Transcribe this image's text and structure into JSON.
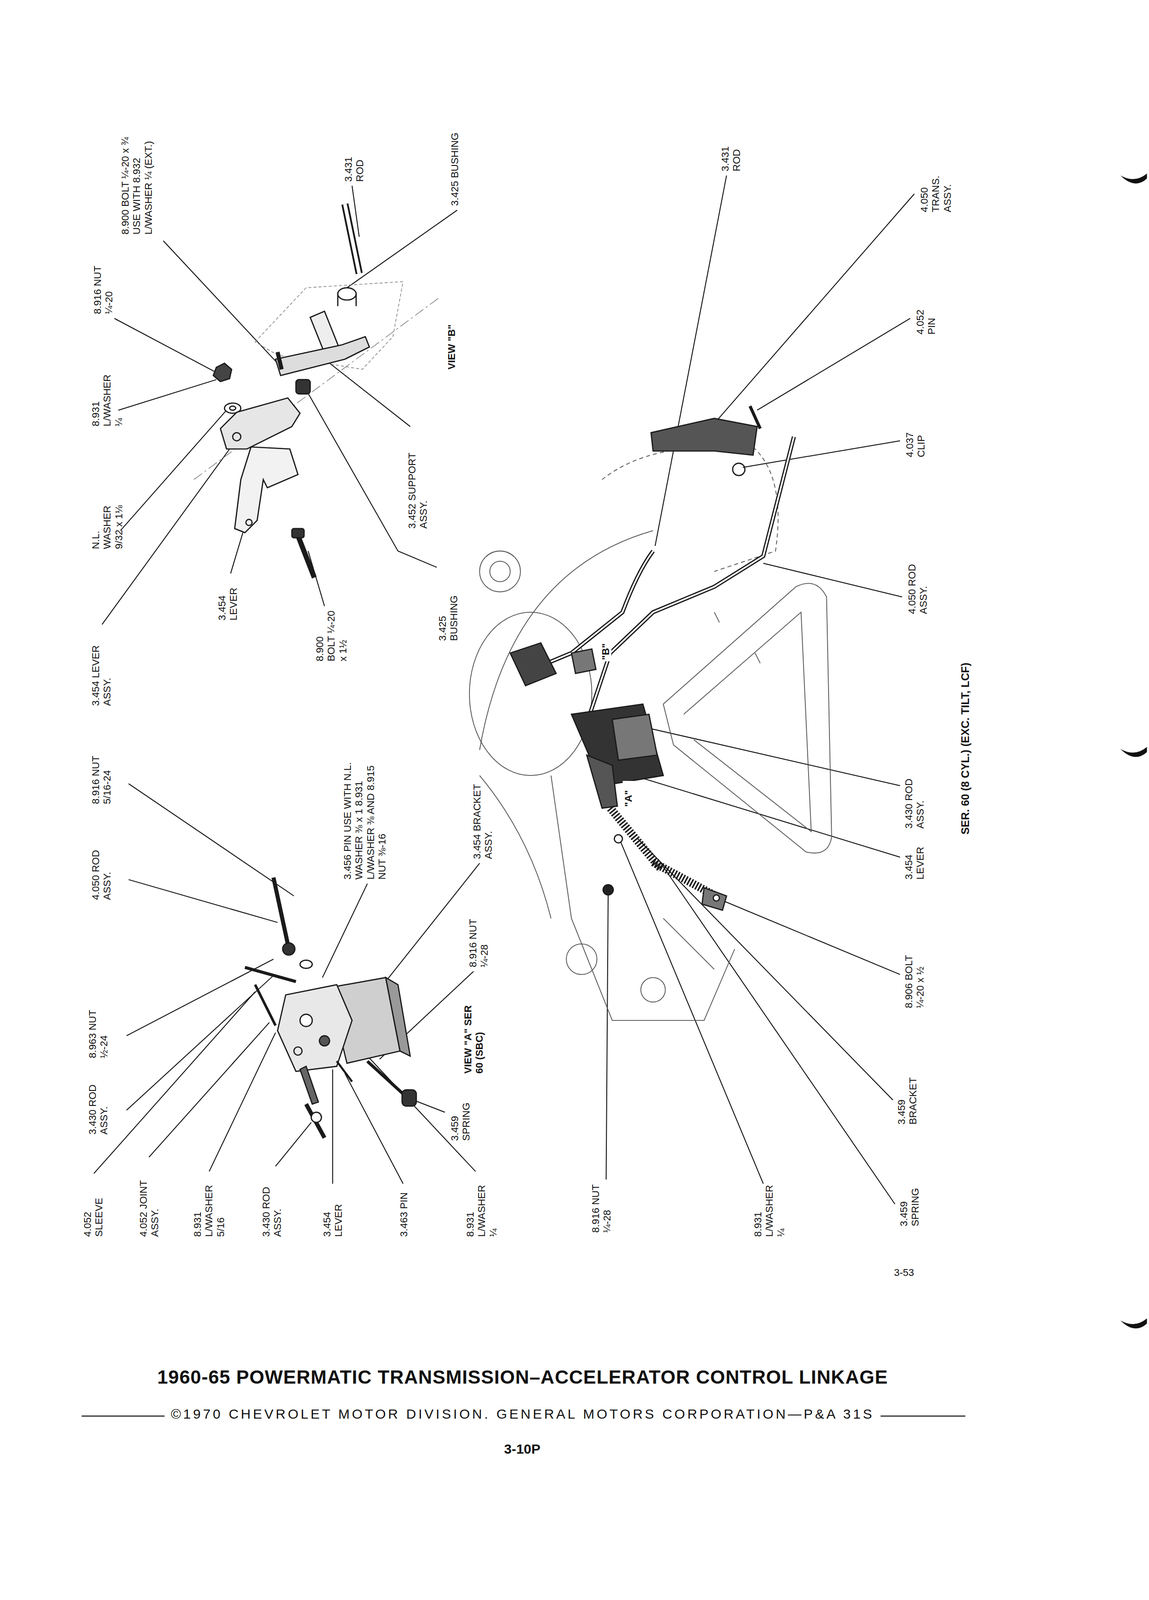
{
  "diagram": {
    "title": "1960-65 POWERMATIC TRANSMISSION–ACCELERATOR CONTROL LINKAGE",
    "caption": "©1970 CHEVROLET MOTOR DIVISION. GENERAL MOTORS CORPORATION—P&A 31S",
    "labels": [
      "8.900 BOLT ¼-20 x ¾ USE WITH 8.932 L/WASHER ¼ (EXT.)",
      "8.916 NUT ¼-20",
      "3.431 ROD",
      "3.425 BUSHING",
      "8.931 L/WASHER ¼",
      "N.L. WASHER 9/32 x 1⅛",
      "3.454 LEVER",
      "8.900 BOLT ¼-20 x 1½",
      "3.454 LEVER ASSY.",
      "3.425 BUSHING",
      "3.452 SUPPORT ASSY.",
      "VIEW \"B\"",
      "\"B\"",
      "3.431 ROD",
      "4.050 TRANS. ASSY.",
      "4.052 PIN",
      "4.037 CLIP",
      "4.050 ROD ASSY.",
      "\"A\"",
      "SER. 60 (8 CYL.) (EXC. TILT, LCF)",
      "3.430 ROD ASSY.",
      "3.454 LEVER",
      "8.906 BOLT ¼-20 x ½",
      "3.459 BRACKET",
      "3.459 SPRING",
      "8.931 L/WASHER ¼",
      "8.916 NUT ¼-28",
      "8.916 NUT 5/16-24",
      "4.050 ROD ASSY.",
      "3.456 PIN USE WITH N.L. WASHER ⅜ x 1 8.931 L/WASHER ⅜ AND 8.915 NUT ⅜-16",
      "3.454 BRACKET ASSY.",
      "8.916 NUT ¼-28",
      "VIEW \"A\" SER 60 (SBC)",
      "8.963 NUT ½-24",
      "3.430 ROD ASSY.",
      "3.459 SPRING",
      "4.052 SLEEVE",
      "4.052 JOINT ASSY.",
      "8.931 L/WASHER 5/16",
      "3.430 ROD ASSY.",
      "3.454 LEVER",
      "3.463 PIN",
      "8.931 L/WASHER ¼",
      "3-53",
      "3-10P"
    ]
  }
}
